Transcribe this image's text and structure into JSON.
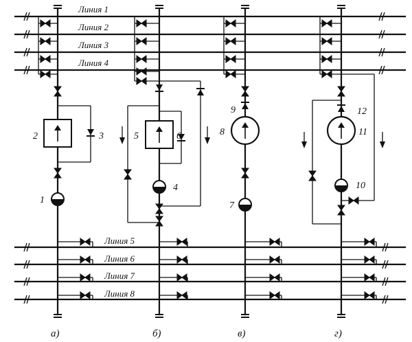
{
  "lines_top": [
    "Линия 1",
    "Линия 2",
    "Линия 3",
    "Линия 4"
  ],
  "lines_bottom": [
    "Линия 5",
    "Линия 6",
    "Линия 7",
    "Линия 8"
  ],
  "variants": [
    "а)",
    "б)",
    "в)",
    "г)"
  ],
  "equipment_numbers": {
    "n1": "1",
    "n2": "2",
    "n3": "3",
    "n4": "4",
    "n5": "5",
    "n6": "6",
    "n7": "7",
    "n8": "8",
    "n9": "9",
    "n10": "10",
    "n11": "11",
    "n12": "12"
  }
}
